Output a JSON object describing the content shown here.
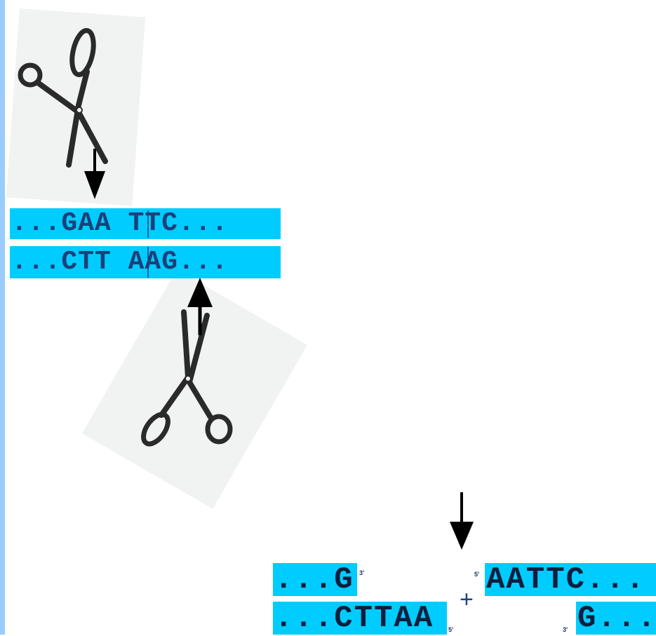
{
  "colors": {
    "highlight": "#00ccff",
    "sidebar": "#99ccff",
    "sequence_text": "#1e3f7a",
    "product_text": "#0c1e3e"
  },
  "icons": {
    "scissors_top": "scissors-icon",
    "scissors_bottom": "scissors-icon"
  },
  "dna": {
    "top_strand": "...GAA TTC...",
    "bottom_strand": "...CTT AAG..."
  },
  "fragments": {
    "left_top": "...G",
    "left_bottom": "...CTTAA",
    "right_top": "AATTC...",
    "right_bottom": "G...",
    "left_top_end": "3'",
    "left_bottom_end": "5'",
    "right_top_end": "5'",
    "right_bottom_end": "3'",
    "plus": "+"
  }
}
